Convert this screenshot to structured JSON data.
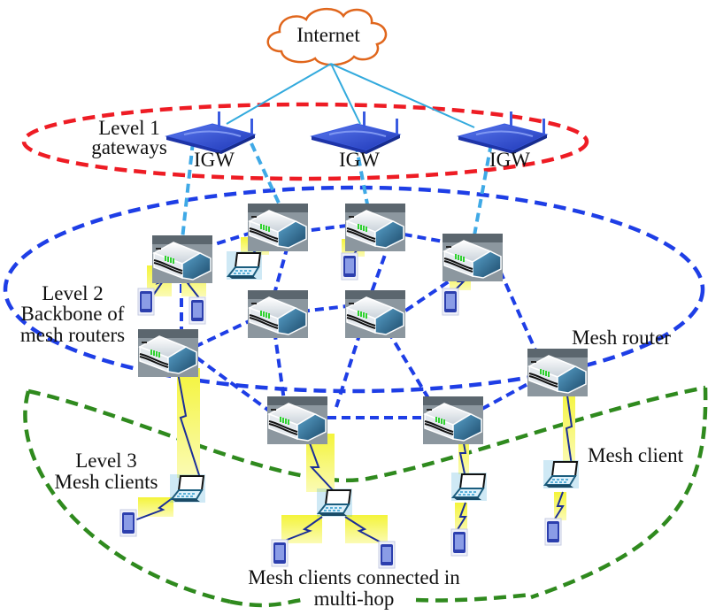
{
  "title": "Three-level wireless mesh network architecture",
  "colors": {
    "cloud_stroke": "#e0661c",
    "internet_link": "#33aadd",
    "level1_ring": "#ee1c24",
    "level2_ring": "#1e3ee6",
    "level3_ring": "#2f8a1e",
    "mesh_link": "#1e3ee6",
    "gateway_link": "#3fa9e6",
    "wireless_bg": "#f2f23a",
    "wireless_bolt": "#1a2e99",
    "gateway_fill": "#3355dd",
    "router_body": "#dde4ea",
    "router_side": "#2e6a90",
    "client_fill": "#5a73d6"
  },
  "internet": {
    "label": "Internet"
  },
  "levels": {
    "level1": {
      "line1": "Level 1",
      "line2": "gateways"
    },
    "level2": {
      "line1": "Level 2",
      "line2": "Backbone of",
      "line3": "mesh routers"
    },
    "level3": {
      "line1": "Level 3",
      "line2": "Mesh clients"
    }
  },
  "gateways": [
    {
      "id": "igw1",
      "label": "IGW"
    },
    {
      "id": "igw2",
      "label": "IGW"
    },
    {
      "id": "igw3",
      "label": "IGW"
    }
  ],
  "annotations": {
    "mesh_router": "Mesh router",
    "mesh_client": "Mesh client",
    "multihop_line1": "Mesh clients connected in",
    "multihop_line2": "multi-hop"
  }
}
